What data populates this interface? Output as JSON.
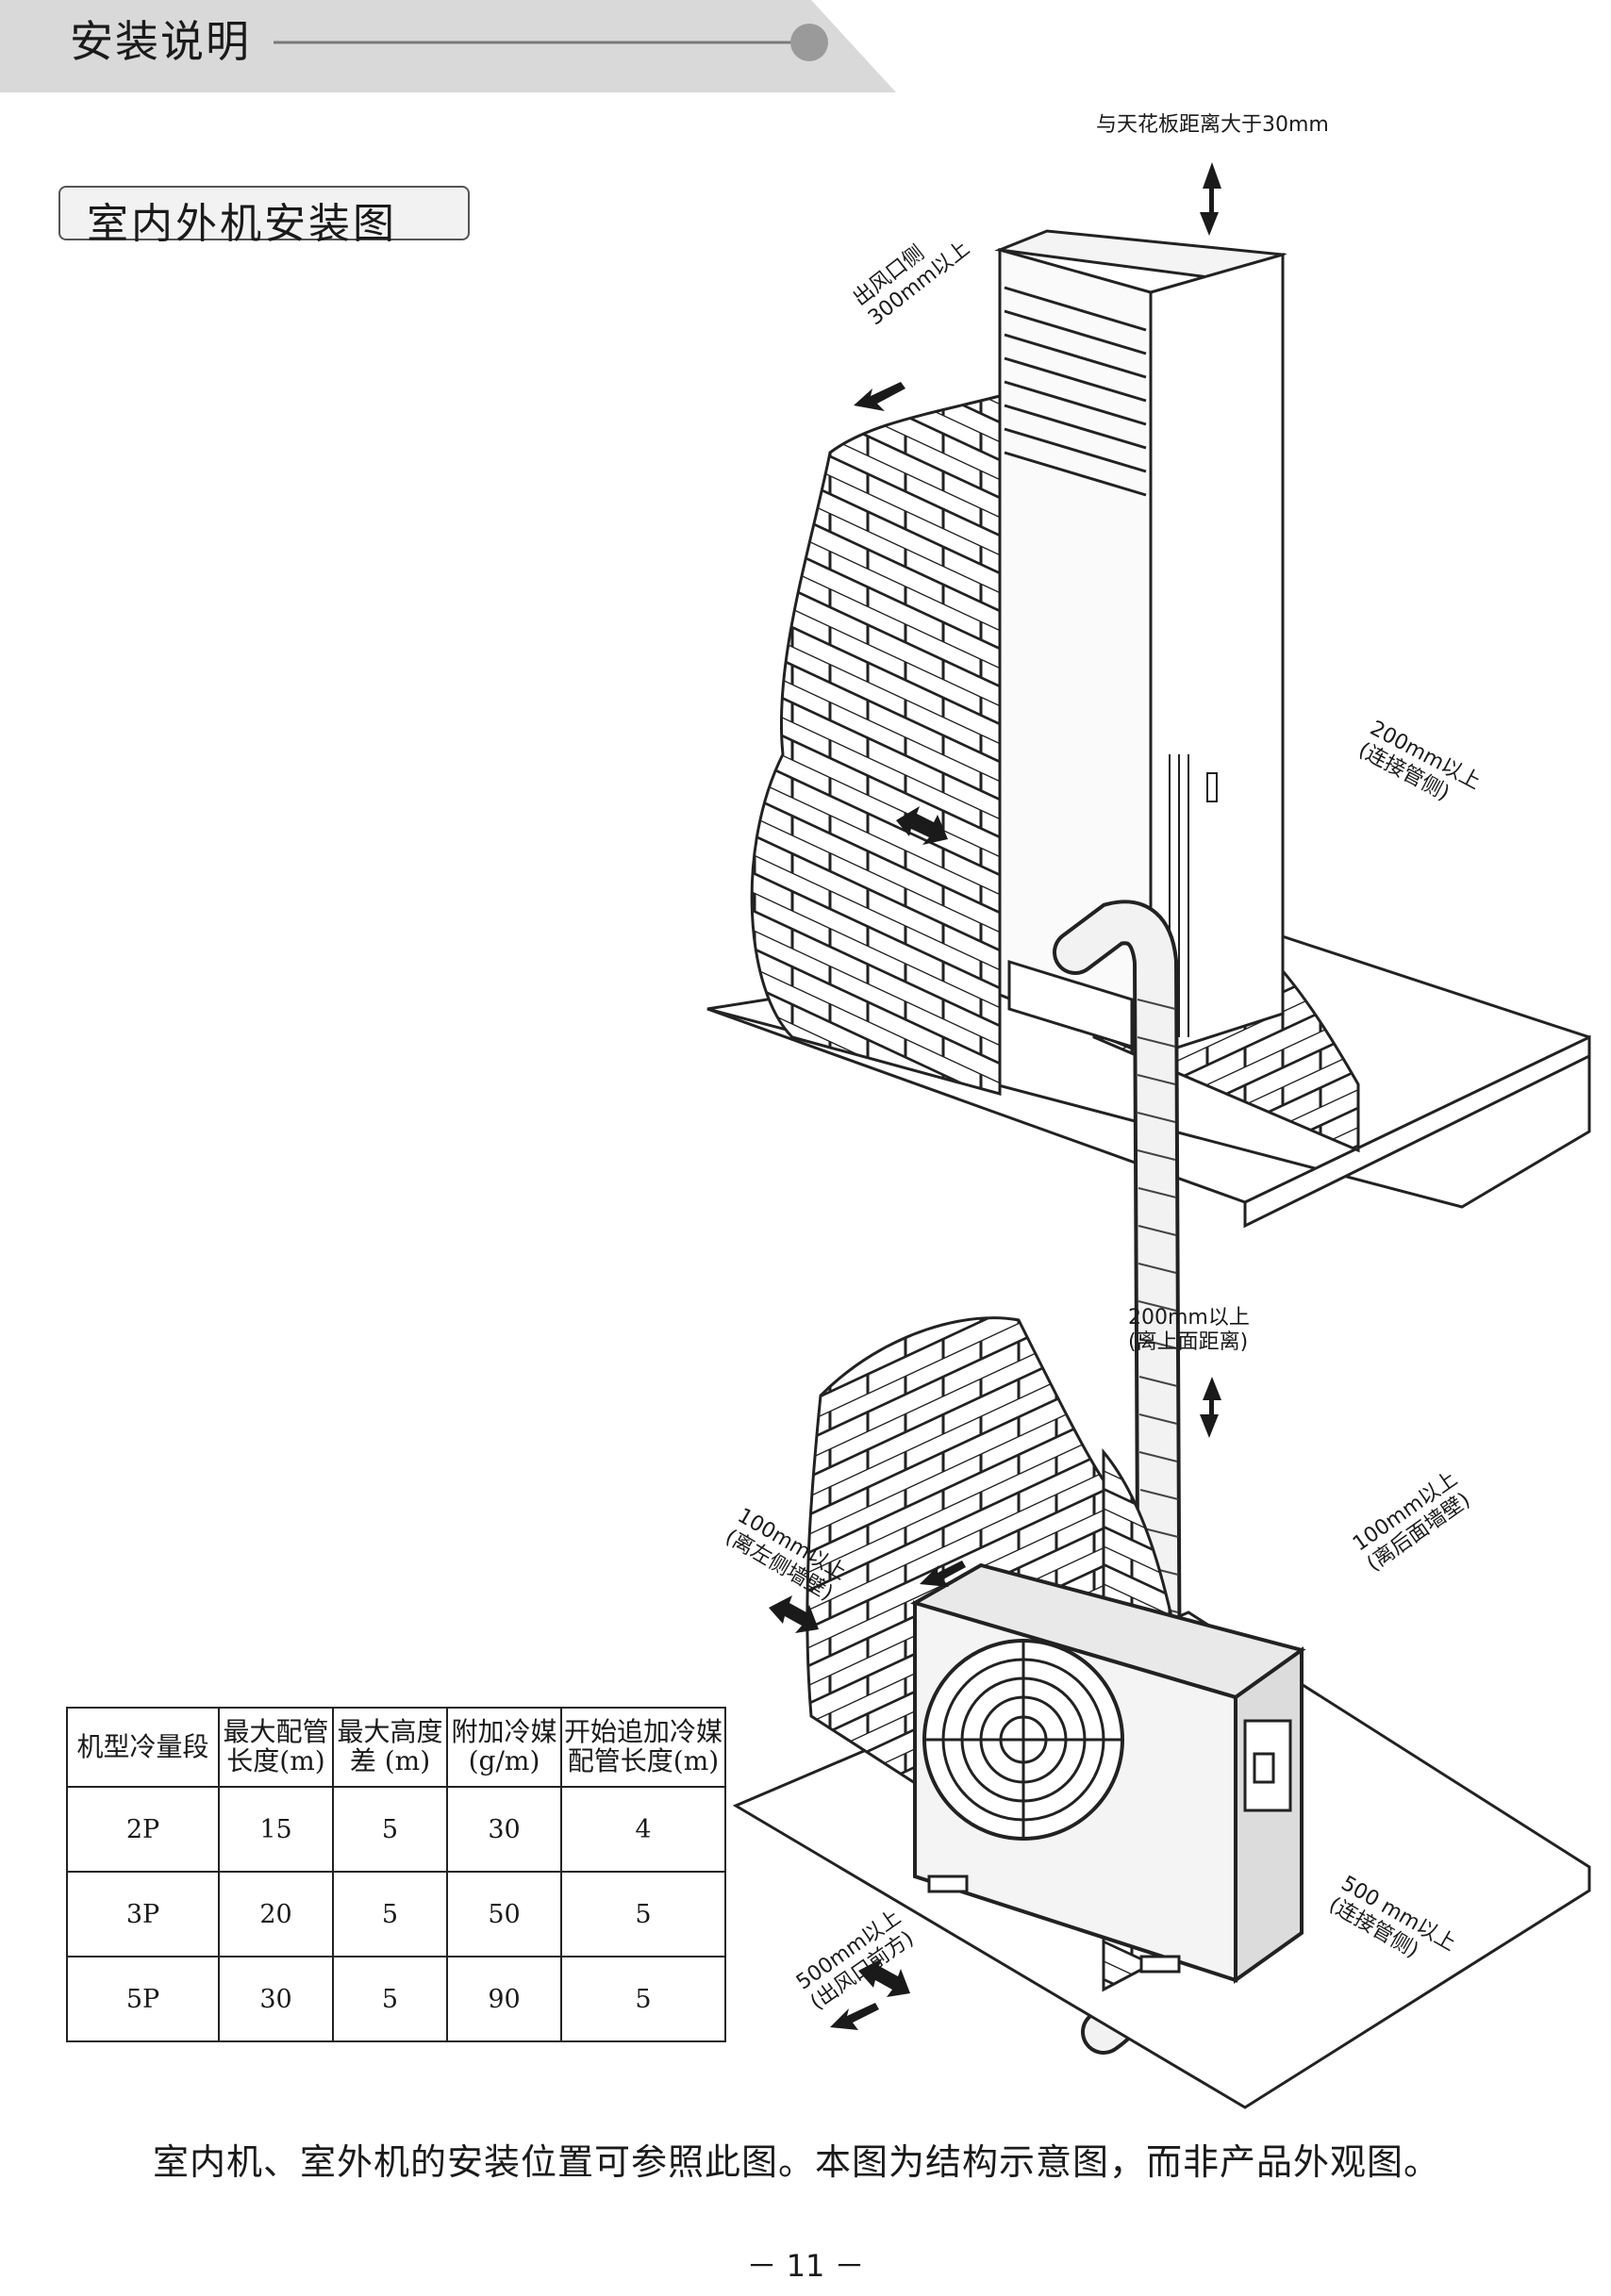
{
  "header": {
    "title": "安装说明"
  },
  "section": {
    "title": "室内外机安装图"
  },
  "labels": {
    "ceiling": "与天花板距离大于30mm",
    "outlet_side_1": "出风口侧",
    "outlet_side_2": "300mm以上",
    "pipe_side_1": "200mm以上",
    "pipe_side_2": "(连接管侧)",
    "top_clear_1": "200mm以上",
    "top_clear_2": "(离上面距离)",
    "left_wall_1": "100mm以上",
    "left_wall_2": "(离左侧墙壁)",
    "rear_wall_1": "100mm以上",
    "rear_wall_2": "(离后面墙壁)",
    "front_1": "500mm以上",
    "front_2": "(出风口前方)",
    "right_pipe_1": "500 mm以上",
    "right_pipe_2": "(连接管侧)"
  },
  "table": {
    "headers": [
      {
        "line1": "机型冷量段",
        "line2": ""
      },
      {
        "line1": "最大配管",
        "line2": "长度(m)"
      },
      {
        "line1": "最大高度",
        "line2": "差 (m)"
      },
      {
        "line1": "附加冷媒",
        "line2": "(g/m)"
      },
      {
        "line1": "开始追加冷媒",
        "line2": "配管长度(m)"
      }
    ],
    "rows": [
      [
        "2P",
        "15",
        "5",
        "30",
        "4"
      ],
      [
        "3P",
        "20",
        "5",
        "50",
        "5"
      ],
      [
        "5P",
        "30",
        "5",
        "90",
        "5"
      ]
    ]
  },
  "caption": "室内机、室外机的安装位置可参照此图。本图为结构示意图，而非产品外观图。",
  "page_number": "－ 11 －",
  "colors": {
    "header_band": "#d9d9d9",
    "rule": "#7a7a7a",
    "brick_line": "#222222",
    "unit_fill": "#f4f4f4"
  }
}
